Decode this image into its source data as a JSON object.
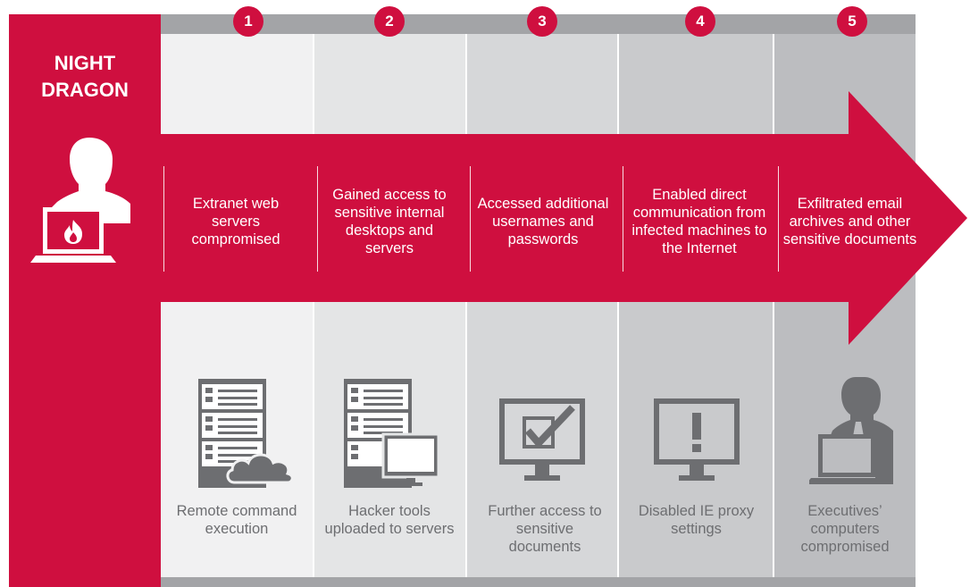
{
  "title": "NIGHT DRAGON",
  "colors": {
    "accent": "#cf0f3f",
    "bar_gray": "#a3a4a7",
    "icon_gray": "#6d6e71",
    "column_shades": [
      "#f1f1f2",
      "#e4e5e6",
      "#d6d7d9",
      "#c9cacc",
      "#bcbdc0"
    ]
  },
  "steps": [
    {
      "number": "1",
      "action": "Extranet web servers compromised",
      "outcome": "Remote command execution",
      "icon": "server-cloud-icon"
    },
    {
      "number": "2",
      "action": "Gained access to sensitive internal desktops and servers",
      "outcome": "Hacker tools uploaded to servers",
      "icon": "server-monitor-icon"
    },
    {
      "number": "3",
      "action": "Accessed additional usernames and passwords",
      "outcome": "Further access to sensitive documents",
      "icon": "monitor-checkmark-icon"
    },
    {
      "number": "4",
      "action": "Enabled direct communication from infected machines to the Internet",
      "outcome": "Disabled IE proxy settings",
      "icon": "monitor-alert-icon"
    },
    {
      "number": "5",
      "action": "Exfiltrated email archives and other sensitive documents",
      "outcome": "Executives’ computers compromised",
      "icon": "executive-laptop-icon"
    }
  ],
  "attacker_icon": "hacker-laptop-flame-icon"
}
